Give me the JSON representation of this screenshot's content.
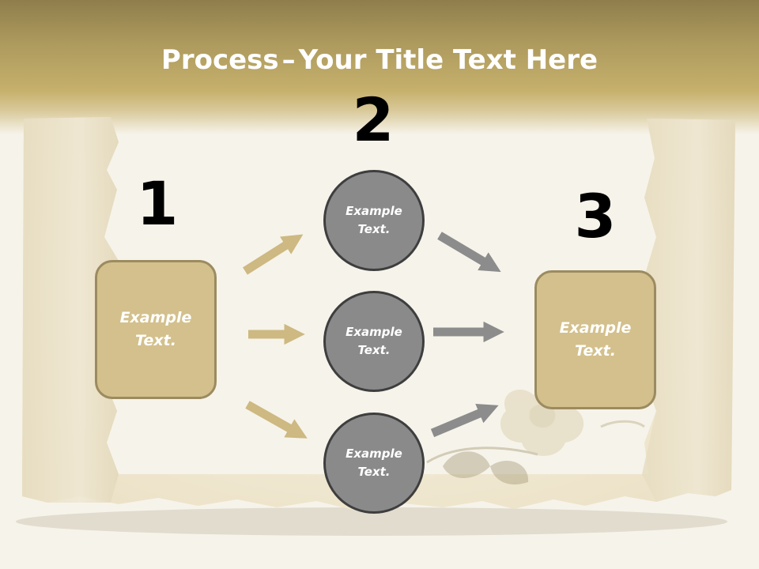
{
  "title": {
    "bold": "Process",
    "separator": "–",
    "rest": "Your Title Text Here"
  },
  "steps": [
    {
      "number": "1",
      "label": "Example Text."
    },
    {
      "number": "2",
      "labels": [
        "Example Text.",
        "Example Text.",
        "Example Text."
      ]
    },
    {
      "number": "3",
      "label": "Example Text."
    }
  ],
  "colors": {
    "band": "#b9a564",
    "box_fill": "#d3c08c",
    "box_border": "#9c8b60",
    "circle_fill": "#8a8a8a",
    "circle_border": "#3e3e3e",
    "arrow_gold": "#cdb981",
    "arrow_gray": "#8c8c8c",
    "text_on_shape": "#ffffff"
  }
}
